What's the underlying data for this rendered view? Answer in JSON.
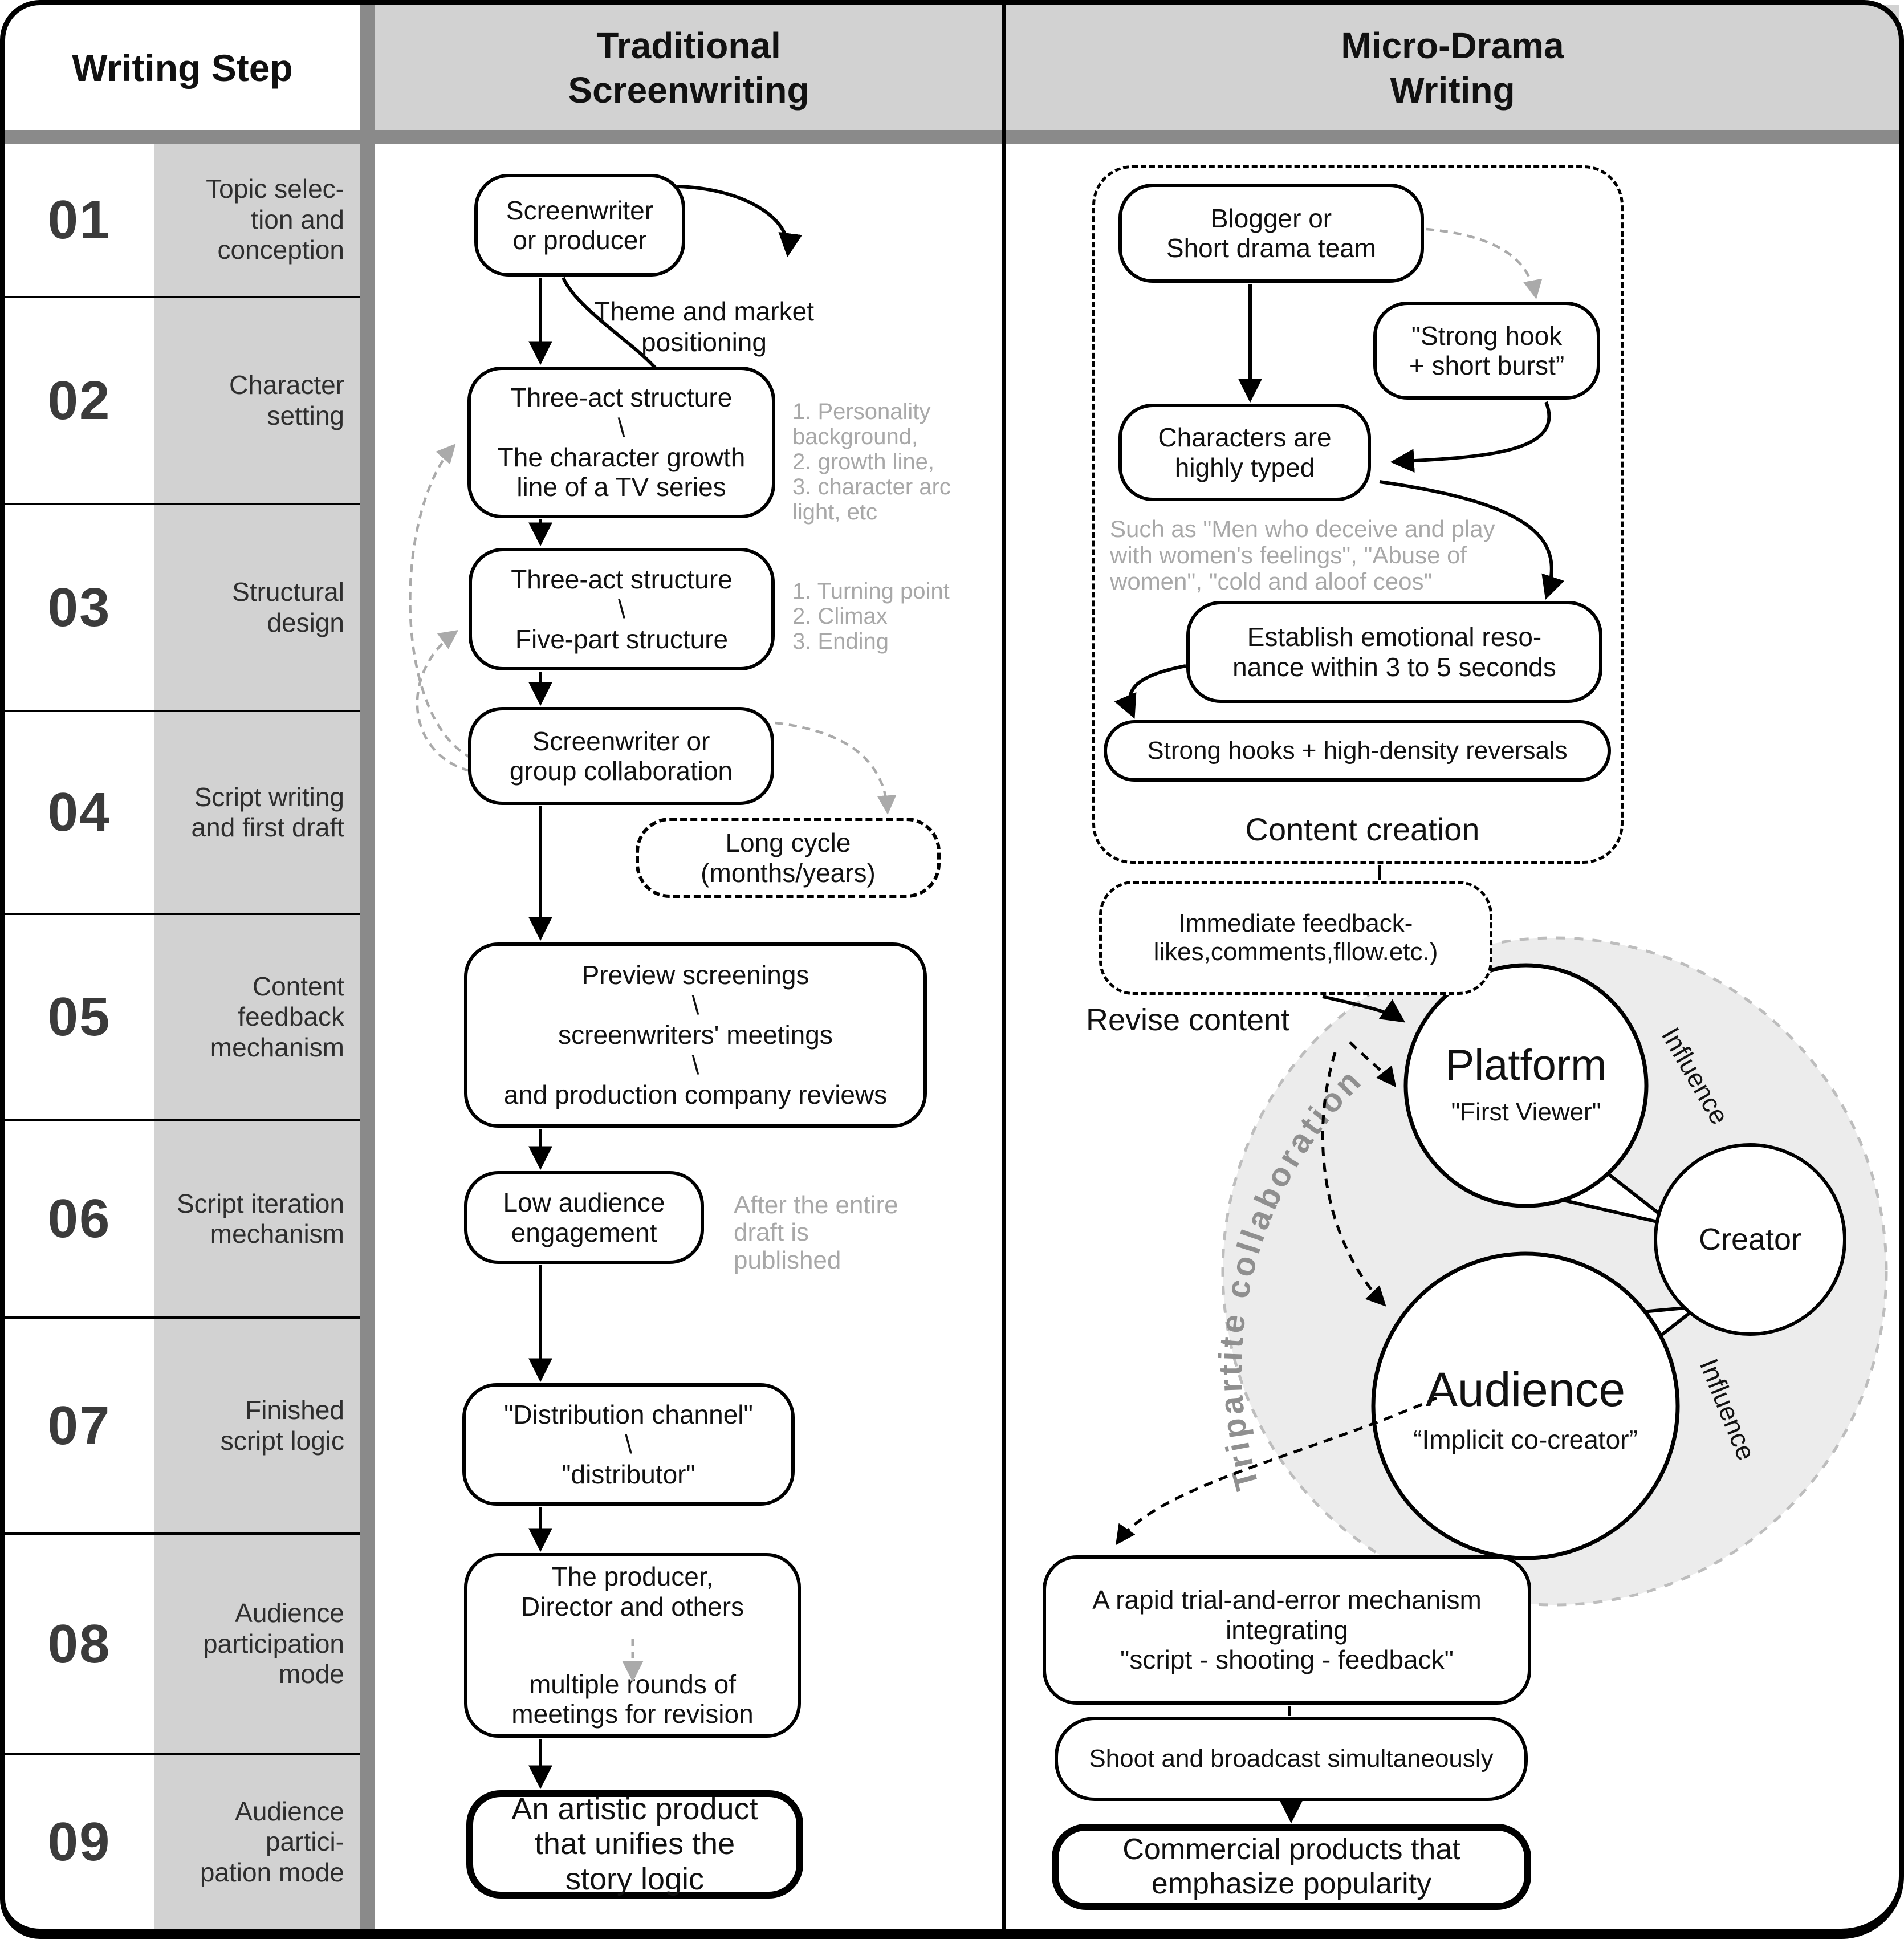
{
  "header": {
    "writing_step": "Writing Step",
    "traditional": "Traditional\nScreenwriting",
    "micro_drama": "Micro-Drama\nWriting"
  },
  "steps": [
    {
      "num": "01",
      "label": "Topic selec-\ntion and\nconception"
    },
    {
      "num": "02",
      "label": "Character\nsetting"
    },
    {
      "num": "03",
      "label": "Structural\ndesign"
    },
    {
      "num": "04",
      "label": "Script writing\nand first draft"
    },
    {
      "num": "05",
      "label": "Content\nfeedback\nmechanism"
    },
    {
      "num": "06",
      "label": "Script iteration\nmechanism"
    },
    {
      "num": "07",
      "label": "Finished\nscript logic"
    },
    {
      "num": "08",
      "label": "Audience\nparticipation\nmode"
    },
    {
      "num": "09",
      "label": "Audience partici-\npation mode"
    }
  ],
  "traditional": {
    "screenwriter_producer": "Screenwriter\nor producer",
    "theme_label": "Theme and market\npositioning",
    "three_act_growth": "Three-act structure\n\\\nThe character growth\nline of a TV series",
    "note_character": "1. Personality\n    background,\n2. growth line,\n3. character arc\nlight, etc",
    "three_act_five": "Three-act structure\n\\\nFive-part structure",
    "note_structure": "1. Turning point\n2. Climax\n3. Ending",
    "group_collab": "Screenwriter or\ngroup collaboration",
    "long_cycle": "Long cycle\n(months/years)",
    "preview": "Preview screenings\n\\\nscreenwriters' meetings\n\\\nand production company reviews",
    "low_engagement": "Low audience\nengagement",
    "note_after": "After the entire\ndraft is published",
    "distribution": "\"Distribution channel\"\n\\\n\"distributor\"",
    "producer_director": "The producer,\nDirector and others",
    "producer_director2": "multiple rounds of\nmeetings for revision",
    "artistic": "An artistic product\nthat unifies the\nstory logic"
  },
  "micro": {
    "blogger": "Blogger or\nShort drama team",
    "strong_hook": "\"Strong hook\n+ short burst”",
    "characters_typed": "Characters are\nhighly typed",
    "note_such_as": "Such as \"Men who deceive and play\nwith women's feelings\", \"Abuse of\nwomen\", \"cold and aloof ceos\"",
    "establish": "Establish emotional reso-\nnance within 3 to 5 seconds",
    "strong_hooks_reversals": "Strong hooks + high-density reversals",
    "content_creation": "Content creation",
    "immediate_feedback": "Immediate feedback-\nlikes,comments,fllow.etc.)",
    "revise_content": "Revise content",
    "tripartite": "Tripartite collaboration",
    "platform": "Platform",
    "platform_sub": "\"First Viewer\"",
    "creator": "Creator",
    "audience": "Audience",
    "audience_sub": "“Implicit co-creator”",
    "influence_top": "Influence",
    "influence_bottom": "Influence",
    "rapid_trial": "A rapid trial-and-error mechanism\nintegrating\n\"script - shooting - feedback\"",
    "shoot_broadcast": "Shoot and broadcast simultaneously",
    "commercial": "Commercial products that\nemphasize popularity"
  },
  "colors": {
    "header_bg": "#d2d2d2",
    "divider_band": "#8a8a8a",
    "label_band_bg": "#d2d2d2",
    "note_gray": "#a8a8a8",
    "ellipse_fill": "#ececec",
    "ellipse_stroke": "#bdbdbd",
    "tripartite_gray": "#8f8f8f",
    "gray_arrow": "#aaaaaa"
  }
}
